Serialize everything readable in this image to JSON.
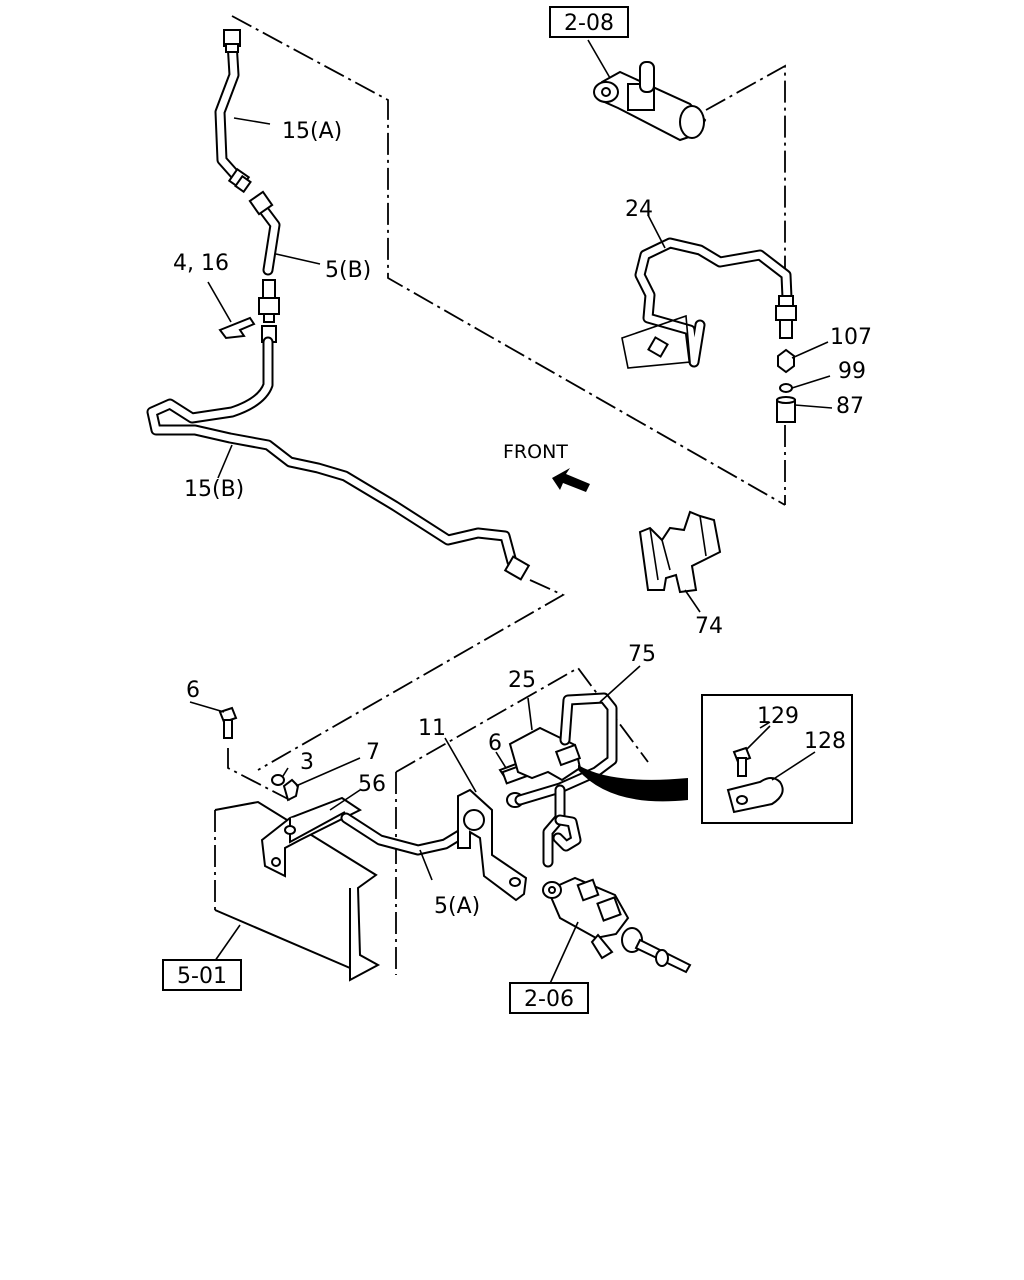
{
  "direction_label": "FRONT",
  "ref_boxes": {
    "r208": "2-08",
    "r501": "5-01",
    "r206": "2-06"
  },
  "callouts": {
    "c15a": "15(A)",
    "c416": "4, 16",
    "c5b": "5(B)",
    "c15b": "15(B)",
    "c24": "24",
    "c107": "107",
    "c99": "99",
    "c87": "87",
    "c74": "74",
    "c75": "75",
    "c25": "25",
    "c6a": "6",
    "c11": "11",
    "c6b": "6",
    "c3": "3",
    "c7": "7",
    "c56": "56",
    "c5a": "5(A)",
    "c129": "129",
    "c128": "128"
  }
}
